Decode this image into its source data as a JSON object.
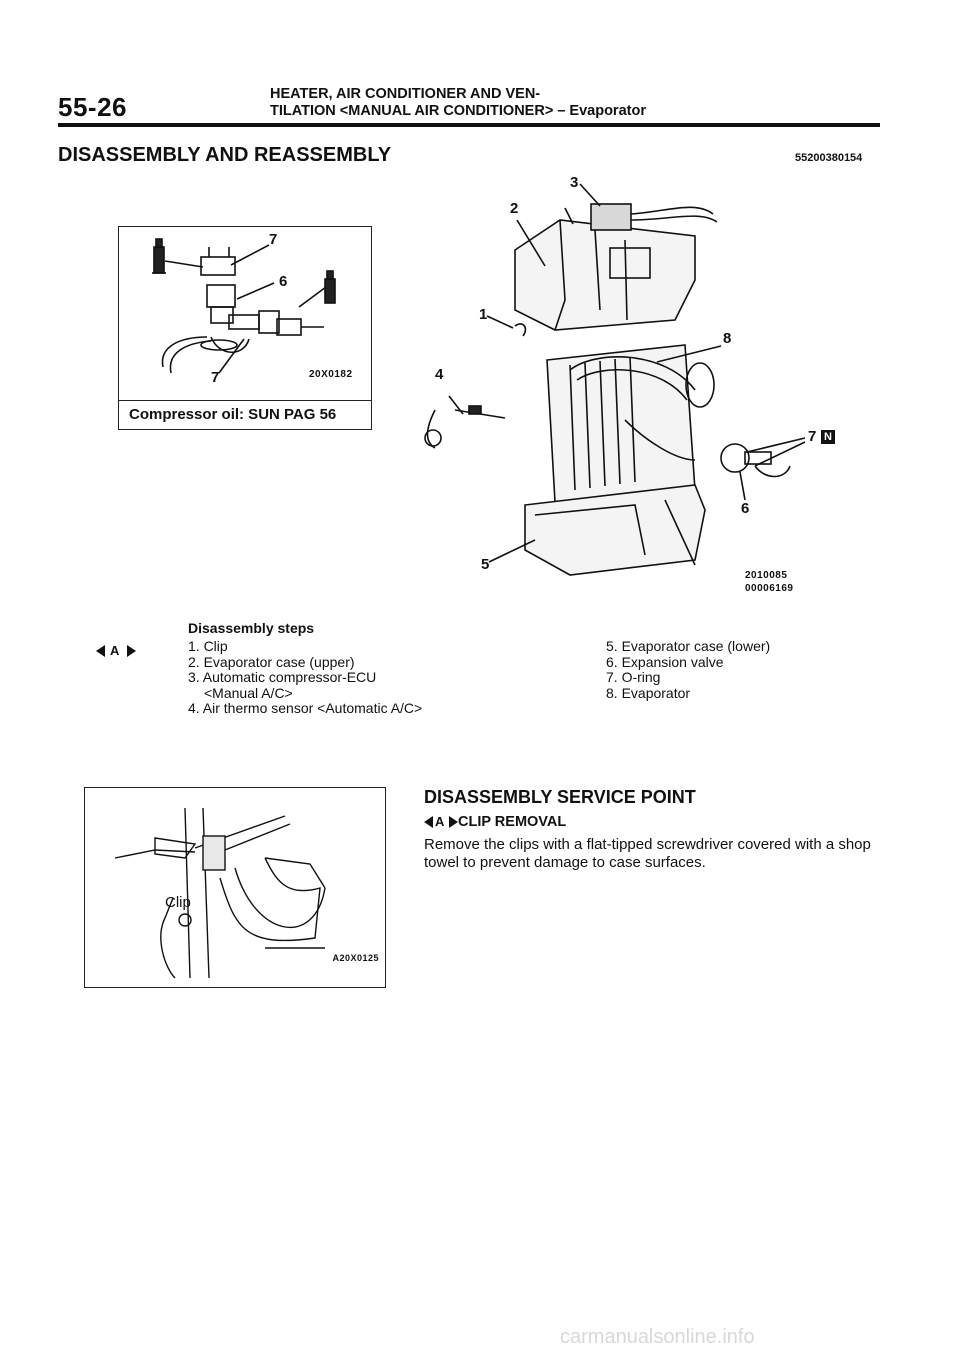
{
  "header": {
    "page_number": "55-26",
    "title_line1": "HEATER, AIR CONDITIONER AND VEN-",
    "title_line2": "TILATION <MANUAL AIR CONDITIONER> – Evaporator"
  },
  "section": {
    "title": "DISASSEMBLY AND REASSEMBLY",
    "code": "55200380154"
  },
  "inset_compressor": {
    "caption": "Compressor oil: SUN PAG 56",
    "code": "20X0182",
    "label_7_top": "7",
    "label_6": "6",
    "label_7_bottom": "7"
  },
  "main_diagram": {
    "callouts": [
      "1",
      "2",
      "3",
      "4",
      "5",
      "6",
      "7",
      "8"
    ],
    "badge": "N",
    "code1": "2010085",
    "code2": "00006169"
  },
  "steps": {
    "heading": "Disassembly steps",
    "marker": "A",
    "left": [
      "1. Clip",
      "2. Evaporator case (upper)",
      "3. Automatic compressor-ECU",
      "<Manual A/C>",
      "4. Air thermo sensor <Automatic A/C>"
    ],
    "right": [
      "5. Evaporator case (lower)",
      "6. Expansion valve",
      "7. O-ring",
      "8. Evaporator"
    ]
  },
  "inset_clip": {
    "label": "Clip",
    "code": "A20X0125"
  },
  "service": {
    "title": "DISASSEMBLY SERVICE POINT",
    "marker": "A",
    "subtitle": "CLIP REMOVAL",
    "body": "Remove the clips with a flat-tipped screwdriver covered with a shop towel to prevent damage to case surfaces."
  },
  "footer": {
    "watermark": "carmanualsonline.info"
  }
}
